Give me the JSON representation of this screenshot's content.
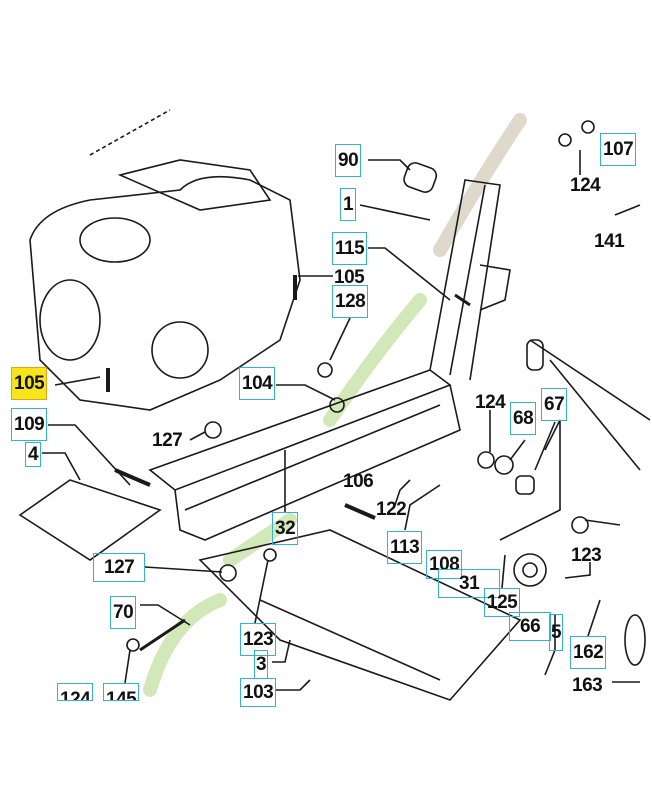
{
  "diagram": {
    "title": "Parts diagram - frame and controls",
    "accent_box_color": "#36b3c7",
    "highlight_color": "#f7e51c",
    "callouts": [
      {
        "text": "90",
        "boxed": true
      },
      {
        "text": "1",
        "boxed": true
      },
      {
        "text": "115",
        "boxed": true
      },
      {
        "text": "105",
        "boxed": false
      },
      {
        "text": "128",
        "boxed": true
      },
      {
        "text": "107",
        "boxed": true
      },
      {
        "text": "124",
        "boxed": false
      },
      {
        "text": "141",
        "boxed": false
      },
      {
        "text": "105",
        "boxed": true,
        "highlighted": true
      },
      {
        "text": "109",
        "boxed": true
      },
      {
        "text": "4",
        "boxed": true
      },
      {
        "text": "104",
        "boxed": true
      },
      {
        "text": "127",
        "boxed": false
      },
      {
        "text": "124",
        "boxed": false
      },
      {
        "text": "68",
        "boxed": true
      },
      {
        "text": "67",
        "boxed": true
      },
      {
        "text": "106",
        "boxed": false
      },
      {
        "text": "122",
        "boxed": false
      },
      {
        "text": "32",
        "boxed": true
      },
      {
        "text": "113",
        "boxed": true
      },
      {
        "text": "108",
        "boxed": true
      },
      {
        "text": "31",
        "boxed": true
      },
      {
        "text": "123",
        "boxed": false
      },
      {
        "text": "127",
        "boxed": true
      },
      {
        "text": "125",
        "boxed": true
      },
      {
        "text": "70",
        "boxed": true
      },
      {
        "text": "66",
        "boxed": true
      },
      {
        "text": "5",
        "boxed": true
      },
      {
        "text": "123",
        "boxed": true
      },
      {
        "text": "3",
        "boxed": true
      },
      {
        "text": "162",
        "boxed": true
      },
      {
        "text": "163",
        "boxed": false
      },
      {
        "text": "103",
        "boxed": true
      },
      {
        "text": "124",
        "boxed": true
      },
      {
        "text": "145",
        "boxed": true
      }
    ]
  }
}
